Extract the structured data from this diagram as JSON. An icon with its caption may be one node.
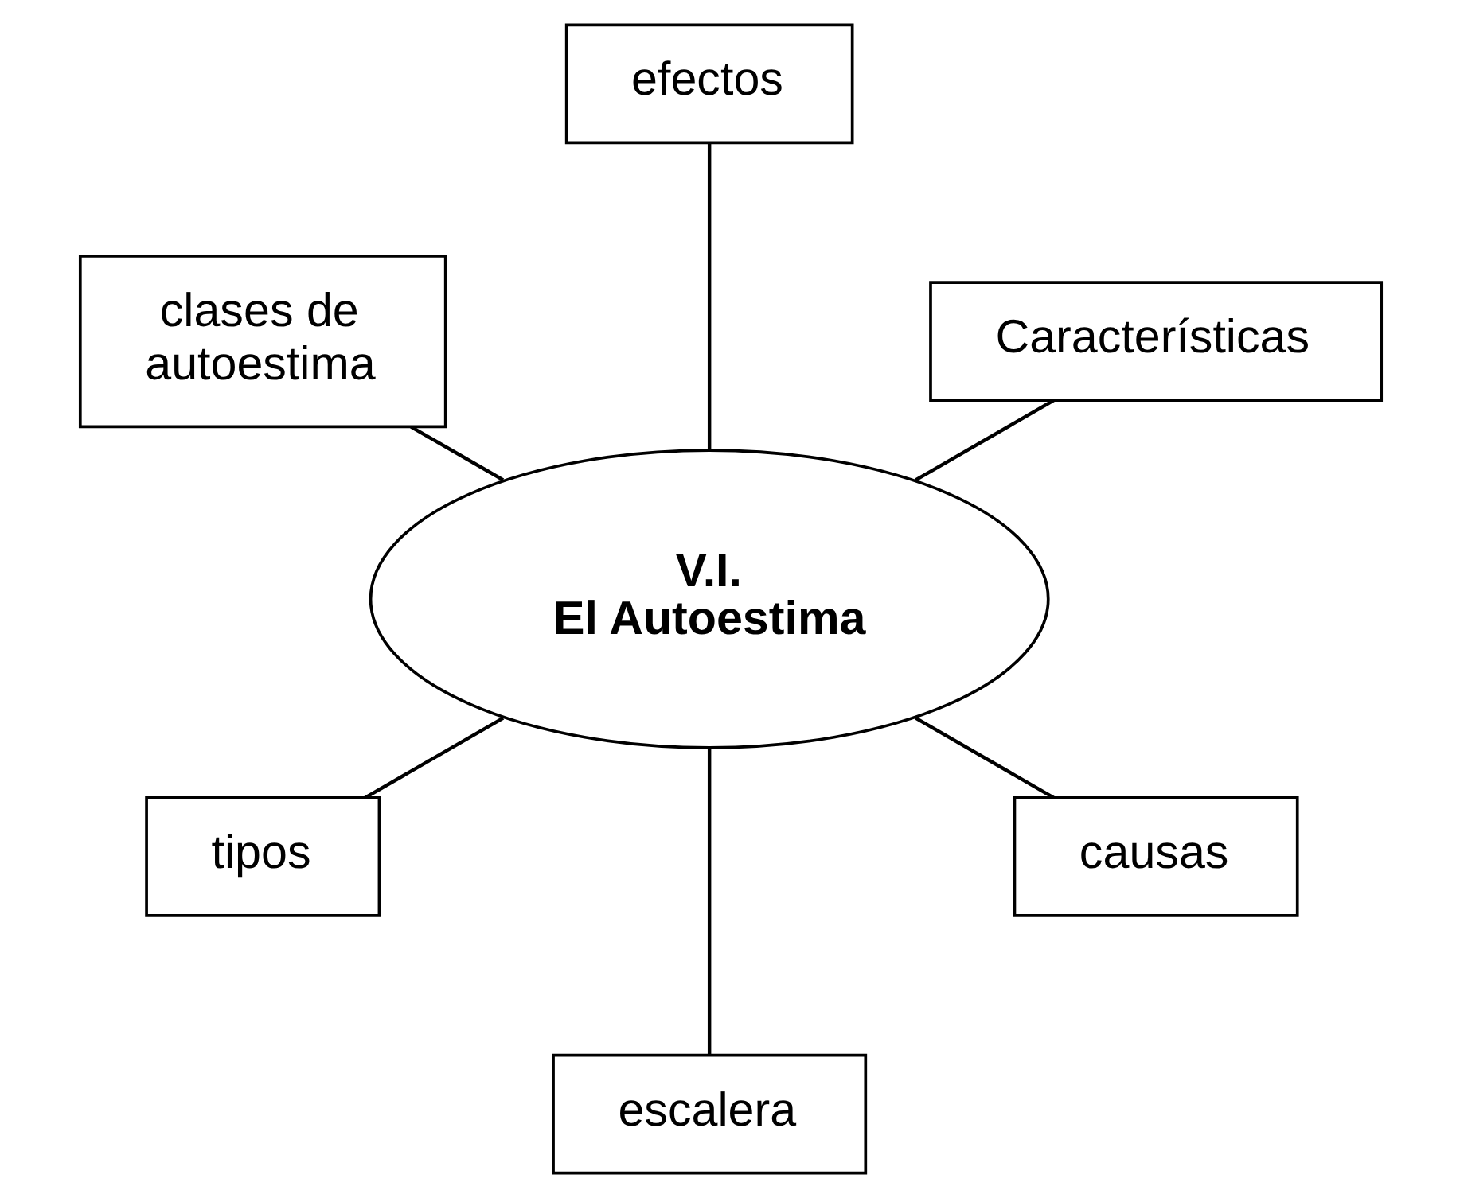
{
  "diagram": {
    "nodes": [
      {
        "text": [
          "V.I.",
          "El Autoestima"
        ]
      },
      {
        "text": [
          "Características"
        ]
      },
      {
        "text": [
          "efectos"
        ]
      },
      {
        "text": [
          "clases de autoestima"
        ]
      },
      {
        "text": [
          "tipos"
        ]
      },
      {
        "text": [
          "escalera"
        ]
      },
      {
        "text": [
          "causas"
        ]
      }
    ],
    "edges": [
      {
        "from": 0,
        "to": 1,
        "arrow": "none"
      },
      {
        "from": 0,
        "to": 2,
        "arrow": "none"
      },
      {
        "from": 0,
        "to": 3,
        "arrow": "none"
      },
      {
        "from": 0,
        "to": 4,
        "arrow": "none"
      },
      {
        "from": 0,
        "to": 5,
        "arrow": "none"
      },
      {
        "from": 0,
        "to": 6,
        "arrow": "none"
      }
    ]
  }
}
